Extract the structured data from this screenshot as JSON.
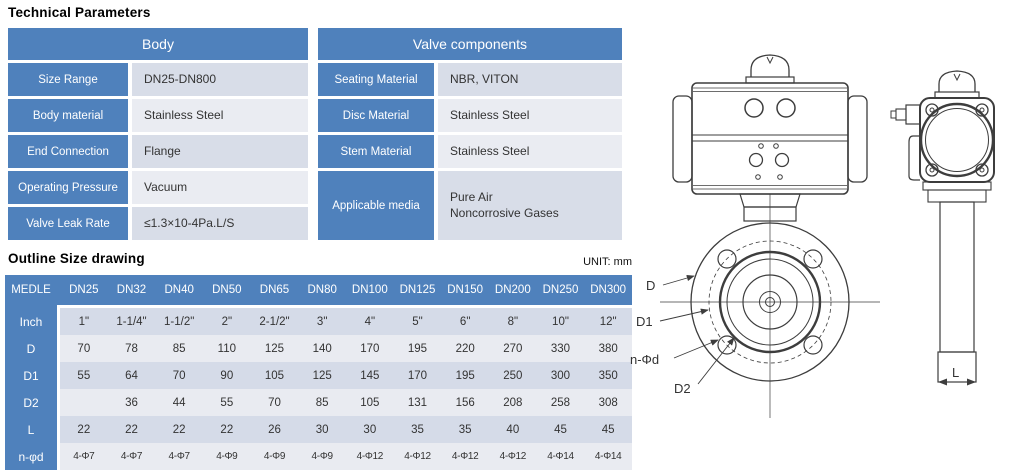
{
  "titles": {
    "tech": "Technical Parameters",
    "outline": "Outline Size drawing",
    "unit": "UNIT: mm"
  },
  "tech_params": {
    "body": {
      "header": "Body",
      "rows": [
        {
          "label": "Size Range",
          "value": "DN25-DN800"
        },
        {
          "label": "Body material",
          "value": "Stainless Steel"
        },
        {
          "label": "End Connection",
          "value": "Flange"
        },
        {
          "label": "Operating Pressure",
          "value": "Vacuum"
        },
        {
          "label": "Valve Leak Rate",
          "value": "≤1.3×10-4Pa.L/S"
        }
      ]
    },
    "valve_components": {
      "header": "Valve components",
      "rows": [
        {
          "label": "Seating Material",
          "value": "NBR, VITON"
        },
        {
          "label": "Disc Material",
          "value": "Stainless Steel"
        },
        {
          "label": "Stem Material",
          "value": "Stainless Steel"
        },
        {
          "label": "Applicable media",
          "value": [
            "Pure Air",
            "Noncorrosive Gases"
          ]
        }
      ]
    }
  },
  "outline_table": {
    "header": [
      "MEDLE",
      "DN25",
      "DN32",
      "DN40",
      "DN50",
      "DN65",
      "DN80",
      "DN100",
      "DN125",
      "DN150",
      "DN200",
      "DN250",
      "DN300"
    ],
    "rows": [
      {
        "label": "Inch",
        "values": [
          "1\"",
          "1-1/4\"",
          "1-1/2\"",
          "2\"",
          "2-1/2\"",
          "3\"",
          "4\"",
          "5\"",
          "6\"",
          "8\"",
          "10\"",
          "12\""
        ]
      },
      {
        "label": "D",
        "values": [
          "70",
          "78",
          "85",
          "110",
          "125",
          "140",
          "170",
          "195",
          "220",
          "270",
          "330",
          "380"
        ]
      },
      {
        "label": "D1",
        "values": [
          "55",
          "64",
          "70",
          "90",
          "105",
          "125",
          "145",
          "170",
          "195",
          "250",
          "300",
          "350"
        ]
      },
      {
        "label": "D2",
        "values": [
          "",
          "36",
          "44",
          "55",
          "70",
          "85",
          "105",
          "131",
          "156",
          "208",
          "258",
          "308"
        ]
      },
      {
        "label": "L",
        "values": [
          "22",
          "22",
          "22",
          "22",
          "26",
          "30",
          "30",
          "35",
          "35",
          "40",
          "45",
          "45"
        ]
      },
      {
        "label": "n-φd",
        "values": [
          "4-Φ7",
          "4-Φ7",
          "4-Φ7",
          "4-Φ9",
          "4-Φ9",
          "4-Φ9",
          "4-Φ12",
          "4-Φ12",
          "4-Φ12",
          "4-Φ12",
          "4-Φ14",
          "4-Φ14"
        ]
      }
    ]
  },
  "drawing": {
    "labels": {
      "d": "D",
      "d1": "D1",
      "n_phi_d": "n-Φd",
      "d2": "D2",
      "l": "L"
    }
  },
  "colors": {
    "header_blue": "#4F81BC",
    "cell_dark": "#D8DDE8",
    "cell_light": "#EAECF2",
    "line": "#3D3D3D"
  }
}
